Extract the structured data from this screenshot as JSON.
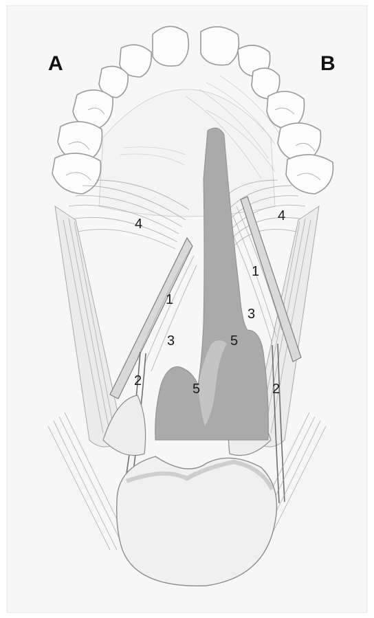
{
  "panel_labels": {
    "left": "A",
    "right": "B"
  },
  "labels": {
    "left_1": "1",
    "left_2": "2",
    "left_3": "3",
    "left_4": "4",
    "left_5": "5",
    "right_1": "1",
    "right_2": "2",
    "right_3": "3",
    "right_4": "4",
    "right_5": "5"
  },
  "colors": {
    "background": "#ffffff",
    "panel_frame": "#f7f7f7",
    "velum_gray": "#aaaaaa",
    "tongue": "#f0f0f0",
    "muscle_stroke": "#7d7d7d"
  }
}
